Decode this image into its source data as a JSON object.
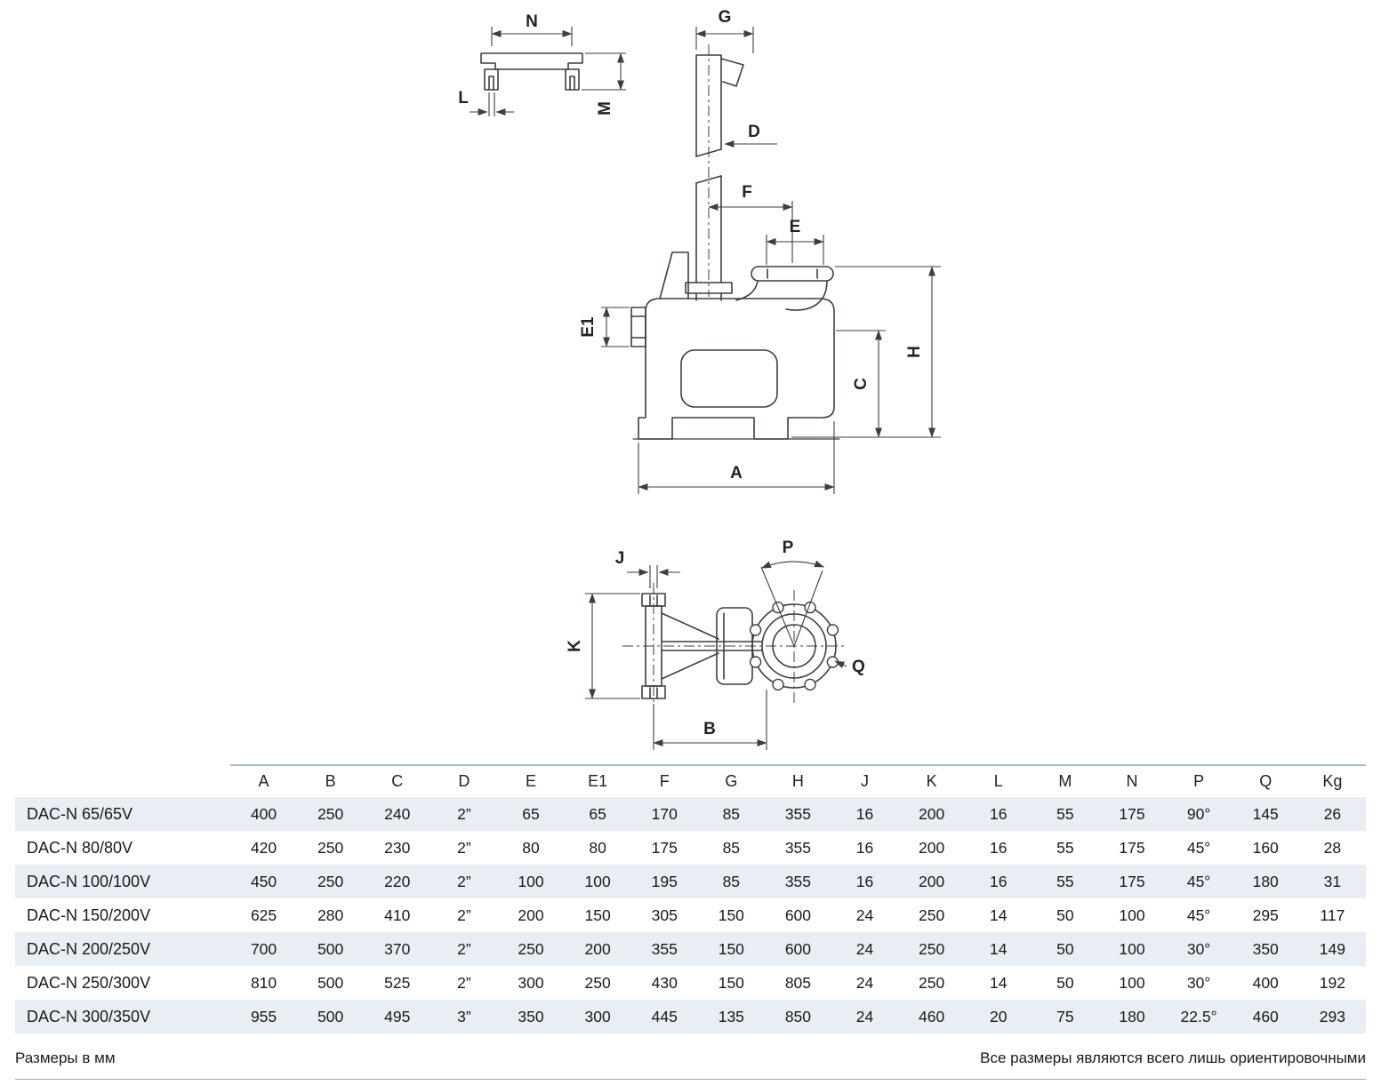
{
  "drawing": {
    "labels": {
      "N": "N",
      "L": "L",
      "M": "M",
      "G": "G",
      "D": "D",
      "F": "F",
      "E": "E",
      "E1": "E1",
      "C": "C",
      "H": "H",
      "A": "A",
      "J": "J",
      "K": "K",
      "P": "P",
      "Q": "Q",
      "B": "B"
    }
  },
  "table": {
    "columns": [
      "A",
      "B",
      "C",
      "D",
      "E",
      "E1",
      "F",
      "G",
      "H",
      "J",
      "K",
      "L",
      "M",
      "N",
      "P",
      "Q",
      "Kg"
    ],
    "rows": [
      {
        "model": "DAC-N 65/65V",
        "values": [
          "400",
          "250",
          "240",
          "2”",
          "65",
          "65",
          "170",
          "85",
          "355",
          "16",
          "200",
          "16",
          "55",
          "175",
          "90°",
          "145",
          "26"
        ]
      },
      {
        "model": "DAC-N 80/80V",
        "values": [
          "420",
          "250",
          "230",
          "2”",
          "80",
          "80",
          "175",
          "85",
          "355",
          "16",
          "200",
          "16",
          "55",
          "175",
          "45°",
          "160",
          "28"
        ]
      },
      {
        "model": "DAC-N 100/100V",
        "values": [
          "450",
          "250",
          "220",
          "2”",
          "100",
          "100",
          "195",
          "85",
          "355",
          "16",
          "200",
          "16",
          "55",
          "175",
          "45°",
          "180",
          "31"
        ]
      },
      {
        "model": "DAC-N 150/200V",
        "values": [
          "625",
          "280",
          "410",
          "2”",
          "200",
          "150",
          "305",
          "150",
          "600",
          "24",
          "250",
          "14",
          "50",
          "100",
          "45°",
          "295",
          "117"
        ]
      },
      {
        "model": "DAC-N 200/250V",
        "values": [
          "700",
          "500",
          "370",
          "2”",
          "250",
          "200",
          "355",
          "150",
          "600",
          "24",
          "250",
          "14",
          "50",
          "100",
          "30°",
          "350",
          "149"
        ]
      },
      {
        "model": "DAC-N 250/300V",
        "values": [
          "810",
          "500",
          "525",
          "2”",
          "300",
          "250",
          "430",
          "150",
          "805",
          "24",
          "250",
          "14",
          "50",
          "100",
          "30°",
          "400",
          "192"
        ]
      },
      {
        "model": "DAC-N 300/350V",
        "values": [
          "955",
          "500",
          "495",
          "3”",
          "350",
          "300",
          "445",
          "135",
          "850",
          "24",
          "460",
          "20",
          "75",
          "180",
          "22.5°",
          "460",
          "293"
        ]
      }
    ]
  },
  "footer": {
    "left": "Размеры в мм",
    "right": "Все размеры являются всего лишь ориентировочными"
  }
}
